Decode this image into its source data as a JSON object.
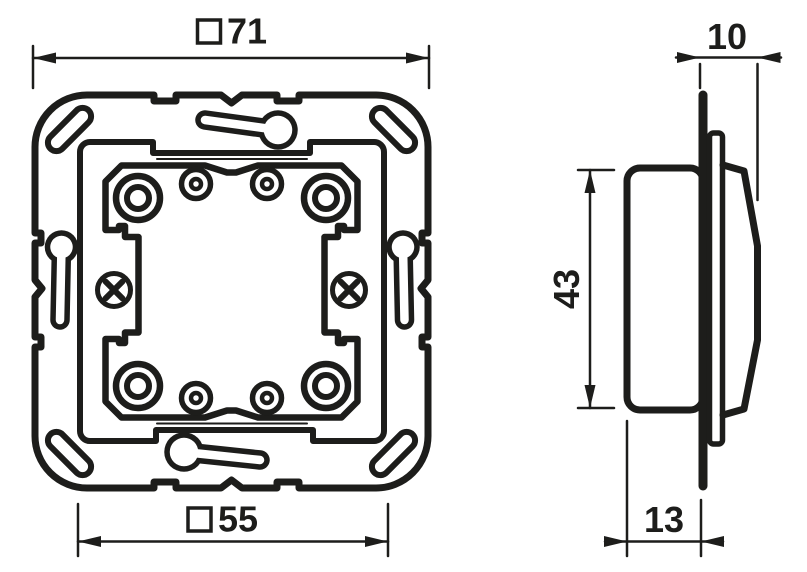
{
  "drawing": {
    "type": "technical-dimension-drawing",
    "views": {
      "front": "flush-mounted switch insert, front view",
      "side": "flush-mounted switch insert, side view"
    },
    "colors": {
      "line": "#1d1d1b",
      "background": "#ffffff"
    },
    "dimensions": {
      "front_outer": {
        "symbol": "square-outline",
        "value": "71"
      },
      "front_inner": {
        "symbol": "square-outline",
        "value": "55"
      },
      "side_front_depth": {
        "value": "10"
      },
      "side_height": {
        "value": "43"
      },
      "side_rear_depth": {
        "value": "13"
      }
    }
  }
}
